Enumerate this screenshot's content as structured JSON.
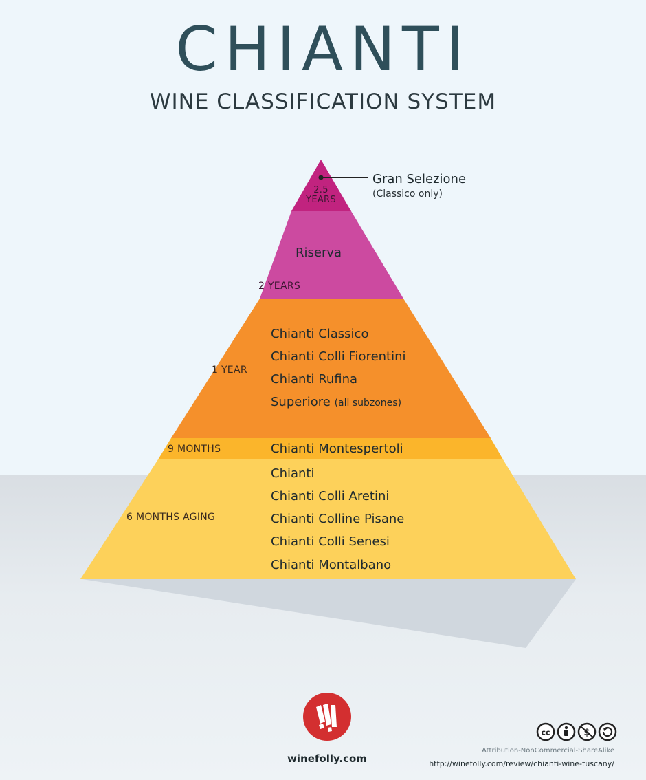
{
  "header": {
    "title": "CHIANTI",
    "subtitle": "WINE CLASSIFICATION SYSTEM"
  },
  "pyramid": {
    "gran_selezione": {
      "age": "2.5 YEARS",
      "label": "Gran Selezione",
      "note": "(Classico only)",
      "color": "#c1237f"
    },
    "riserva": {
      "label": "Riserva",
      "age": "2 YEARS",
      "color": "#cc4aa0"
    },
    "one_year": {
      "age": "1 YEAR",
      "wines": [
        "Chianti Classico",
        "Chianti Colli Fiorentini",
        "Chianti Rufina"
      ],
      "superiore": "Superiore",
      "superiore_note": "(all subzones)",
      "color": "#f5902b"
    },
    "nine_months": {
      "age": "9 MONTHS",
      "wine": "Chianti Montespertoli",
      "color": "#fbb52b"
    },
    "six_months": {
      "age": "6 MONTHS AGING",
      "wines": [
        "Chianti",
        "Chianti Colli Aretini",
        "Chianti Colline Pisane",
        "Chianti Colli Senesi",
        "Chianti Montalbano"
      ],
      "color": "#fdd15a"
    }
  },
  "footer": {
    "brand": "winefolly.com",
    "license": "Attribution-NonCommercial-ShareAlike",
    "url": "http://winefolly.com/review/chianti-wine-tuscany/",
    "logo_color": "#d32f30",
    "cc_icons": [
      "cc-icon",
      "attribution-icon",
      "noncommercial-icon",
      "sharealike-icon"
    ]
  }
}
